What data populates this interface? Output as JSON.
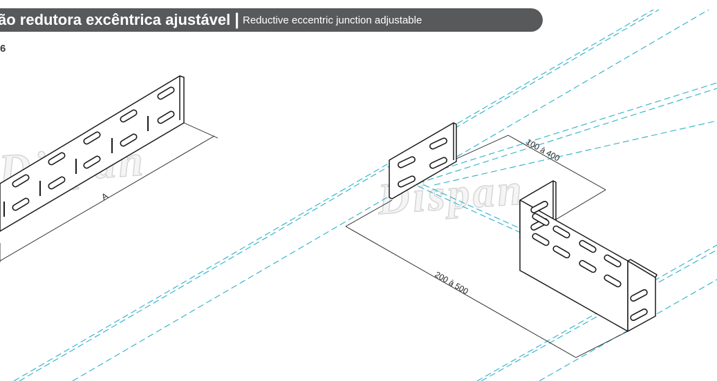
{
  "header": {
    "title_pt": "ão redutora excêntrica ajustável",
    "separator": "|",
    "title_en": "Reductive eccentric junction adjustable"
  },
  "code": "6",
  "dimensions": {
    "a": "A",
    "range_small": "100 à 400",
    "range_large": "200 à 500"
  },
  "watermark": "Dispan",
  "colors": {
    "title_bar": "#58595b",
    "dashed_guide": "#2ab0c8",
    "outline": "#1a1a1a"
  }
}
